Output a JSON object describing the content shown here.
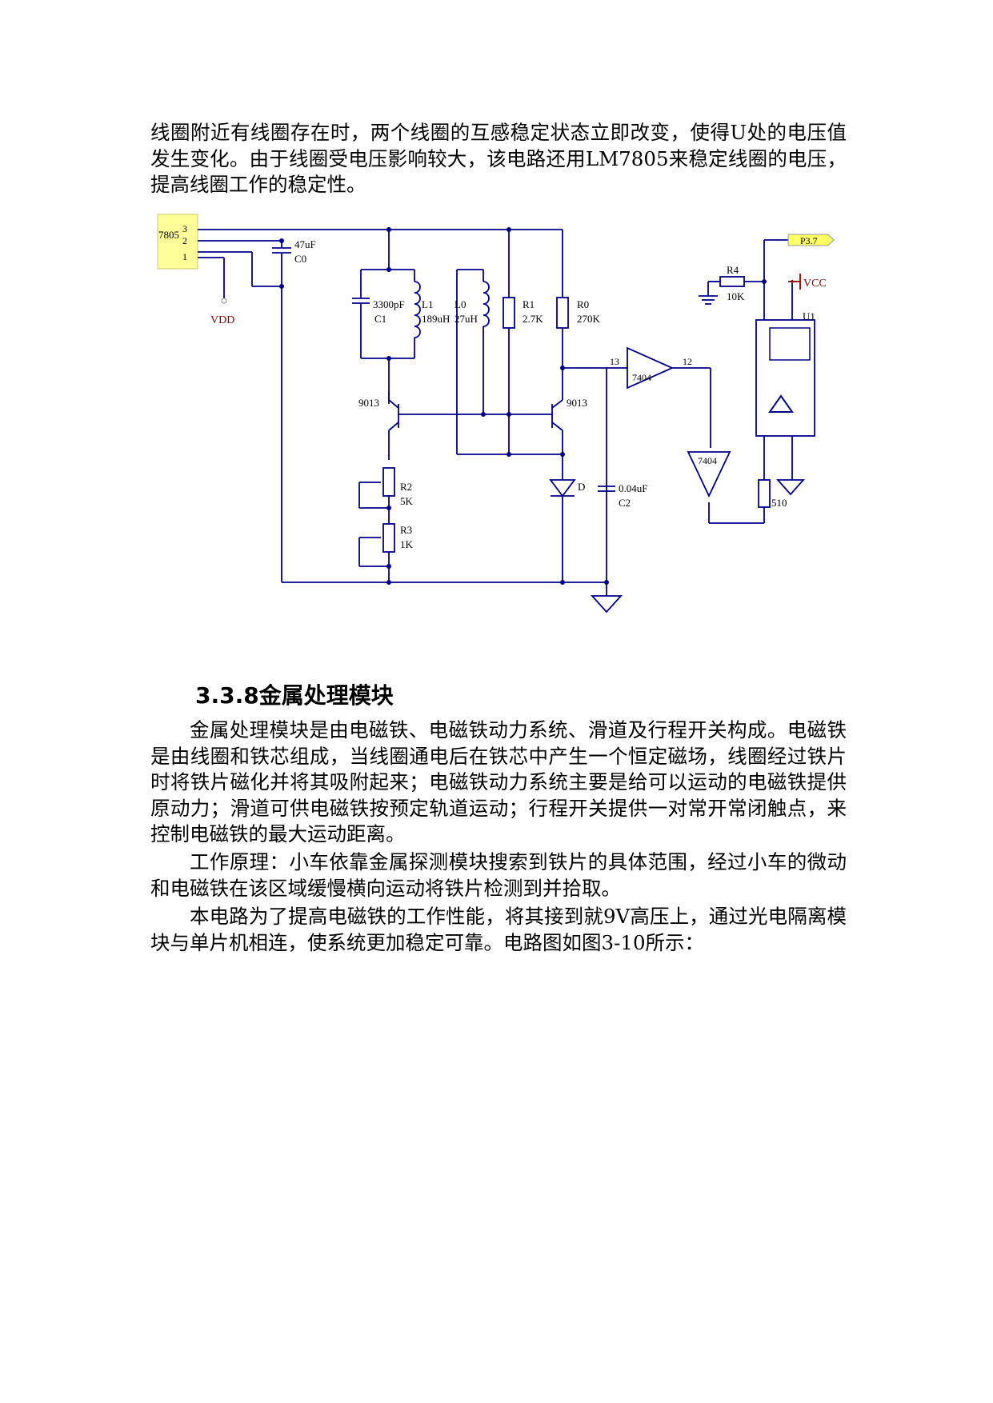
{
  "intro_text": "线圈附近有线圈存在时，两个线圈的互感稳定状态立即改变，使得U处的电压值发生变化。由于线圈受电压影响较大，该电路还用LM7805来稳定线圈的电压，提高线圈工作的稳定性。",
  "schematic": {
    "regulator": "7805",
    "reg_pins": [
      "3",
      "2",
      "1"
    ],
    "vdd": "VDD",
    "vcc": "VCC",
    "p37": "P3.7",
    "c0_value": "47uF",
    "c0_name": "C0",
    "c1_value": "3300pF",
    "c1_name": "C1",
    "l1_name": "L1",
    "l1_value": "189uH",
    "l0_name": "L0",
    "l0_value": "27uH",
    "r1_name": "R1",
    "r1_value": "2.7K",
    "r0_name": "R0",
    "r0_value": "270K",
    "q_left": "9013",
    "q_right": "9013",
    "r2_name": "R2",
    "r2_value": "5K",
    "r3_name": "R3",
    "r3_value": "1K",
    "d_name": "D",
    "c2_value": "0.04uF",
    "c2_name": "C2",
    "inv1": "7404",
    "inv2": "7404",
    "pin13": "13",
    "pin12": "12",
    "r4_name": "R4",
    "r4_value": "10K",
    "u1_name": "U1",
    "r510": "510"
  },
  "section_heading": "3.3.8金属处理模块",
  "paragraph1": "金属处理模块是由电磁铁、电磁铁动力系统、滑道及行程开关构成。电磁铁是由线圈和铁芯组成，当线圈通电后在铁芯中产生一个恒定磁场，线圈经过铁片时将铁片磁化并将其吸附起来；电磁铁动力系统主要是给可以运动的电磁铁提供原动力；滑道可供电磁铁按预定轨道运动；行程开关提供一对常开常闭触点，来控制电磁铁的最大运动距离。",
  "paragraph2": "工作原理：小车依靠金属探测模块搜索到铁片的具体范围，经过小车的微动和电磁铁在该区域缓慢横向运动将铁片检测到并拾取。",
  "paragraph3": "本电路为了提高电磁铁的工作性能，将其接到就9V高压上，通过光电隔离模块与单片机相连，使系统更加稳定可靠。电路图如图3-10所示："
}
